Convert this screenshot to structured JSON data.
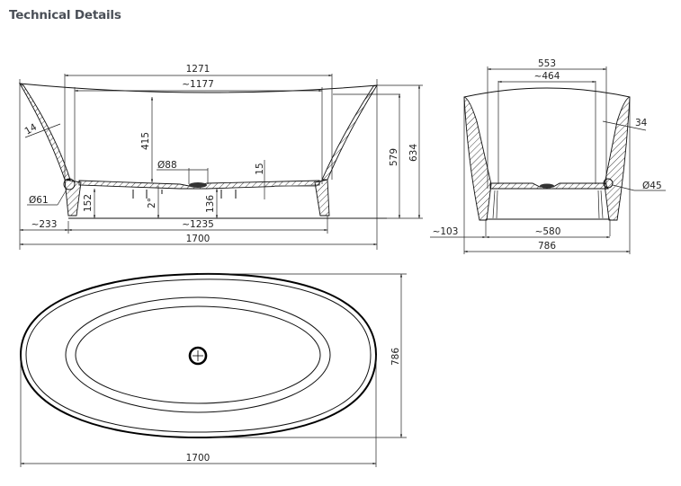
{
  "section": {
    "title": "Technical Details"
  },
  "front_view": {
    "top_outer_width": "1271",
    "top_inner_width": "~1177",
    "inner_depth": "415",
    "drain_diameter": "Ø88",
    "floor_thickness": "15",
    "wall_thickness": "14",
    "base_rib_diameter": "Ø61",
    "base_height": "152",
    "slope_angle": "2°",
    "drain_height": "136",
    "overhang": "~233",
    "base_length": "~1235",
    "overall_length": "1700",
    "inner_height": "579",
    "overall_height": "634"
  },
  "side_view": {
    "top_outer_width": "553",
    "top_inner_width": "~464",
    "wall_thickness": "34",
    "base_rib_diameter": "Ø45",
    "overhang": "~103",
    "base_width": "~580",
    "overall_width": "786"
  },
  "top_view": {
    "overall_width": "786",
    "overall_length": "1700"
  },
  "colors": {
    "title": "#4a4f57",
    "line": "#111111",
    "background": "#ffffff"
  }
}
